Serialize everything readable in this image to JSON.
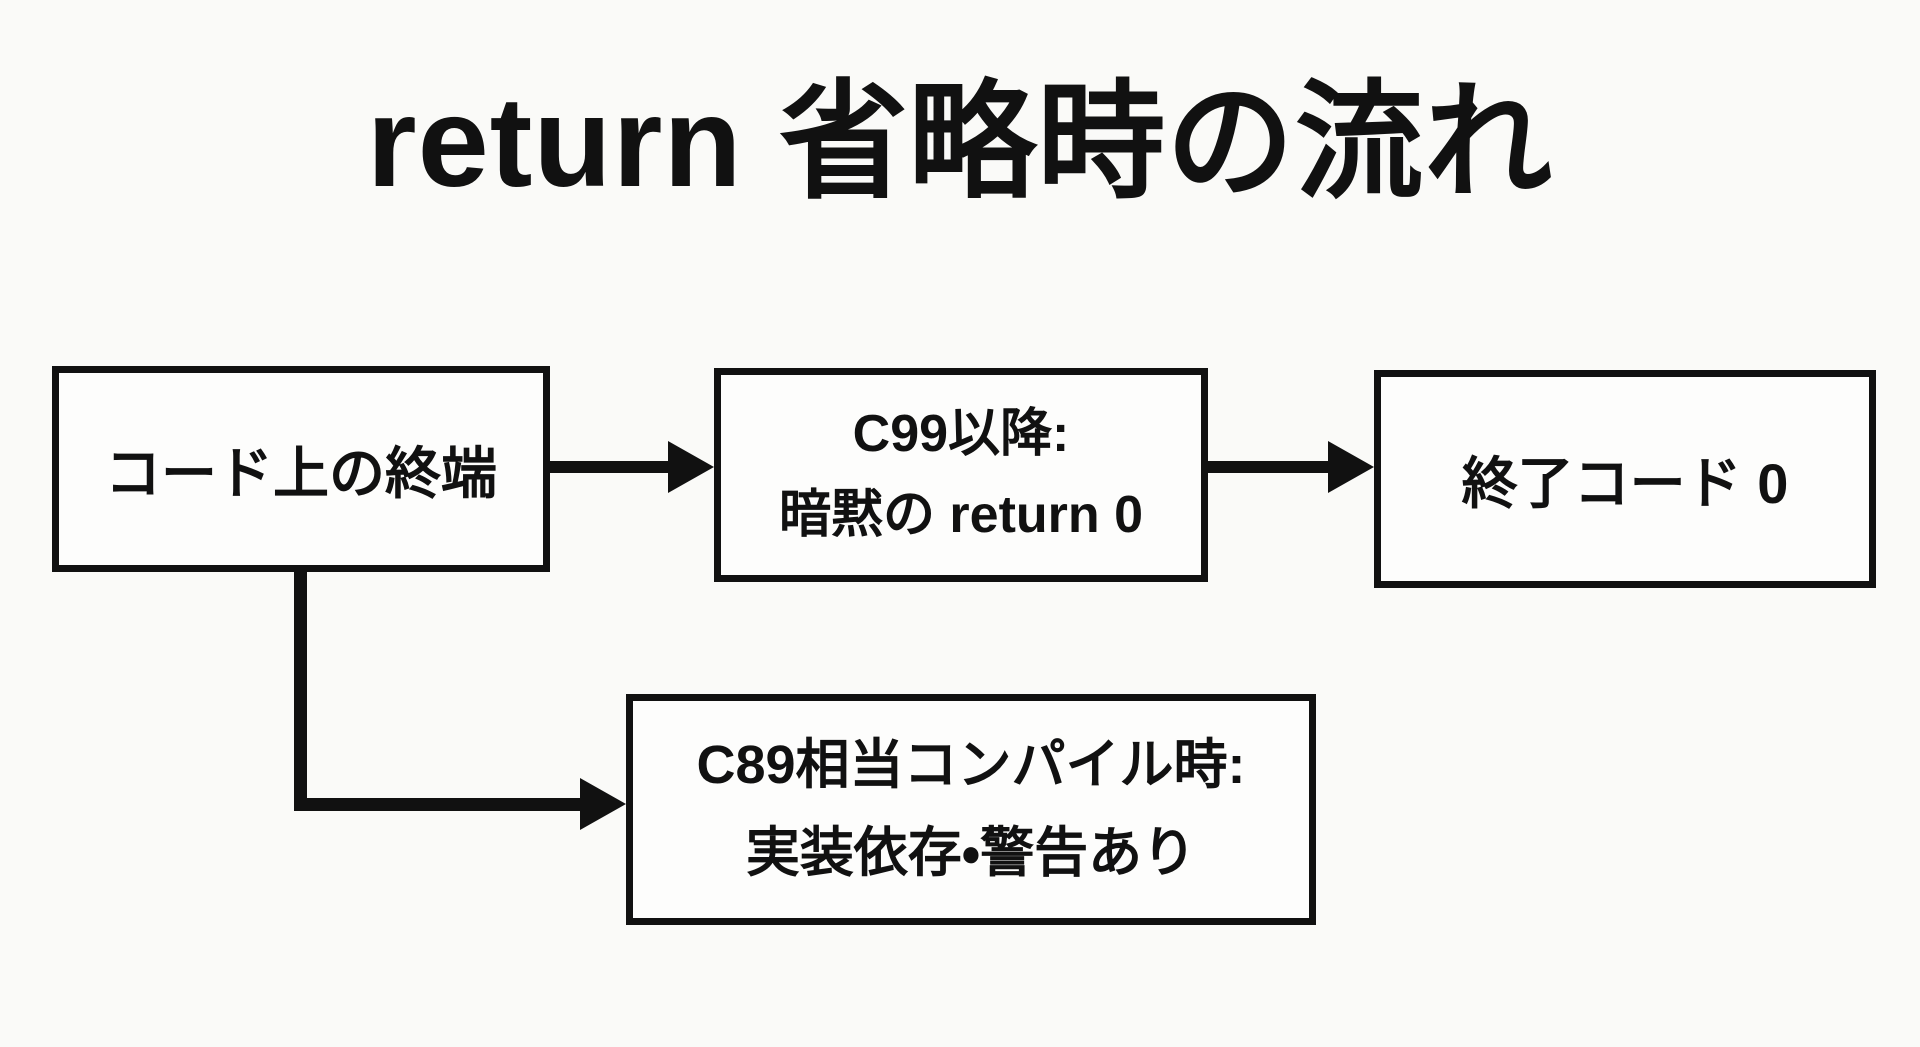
{
  "title": "return 省略時の流れ",
  "colors": {
    "ink": "#111111",
    "background": "#fafaf8",
    "box_fill": "#fdfdfc"
  },
  "nodes": {
    "terminal": {
      "label": "コード上の終端"
    },
    "c99": {
      "line1": "C99以降:",
      "line2": "暗黙の return 0"
    },
    "exit0": {
      "label": "終了コード 0"
    },
    "c89": {
      "line1": "C89相当コンパイル時:",
      "line2": "実装依存・警告あり"
    }
  },
  "edges": [
    {
      "from": "terminal",
      "to": "c99",
      "style": "arrow"
    },
    {
      "from": "c99",
      "to": "exit0",
      "style": "arrow"
    },
    {
      "from": "terminal",
      "to": "c89",
      "style": "elbow-arrow"
    }
  ]
}
